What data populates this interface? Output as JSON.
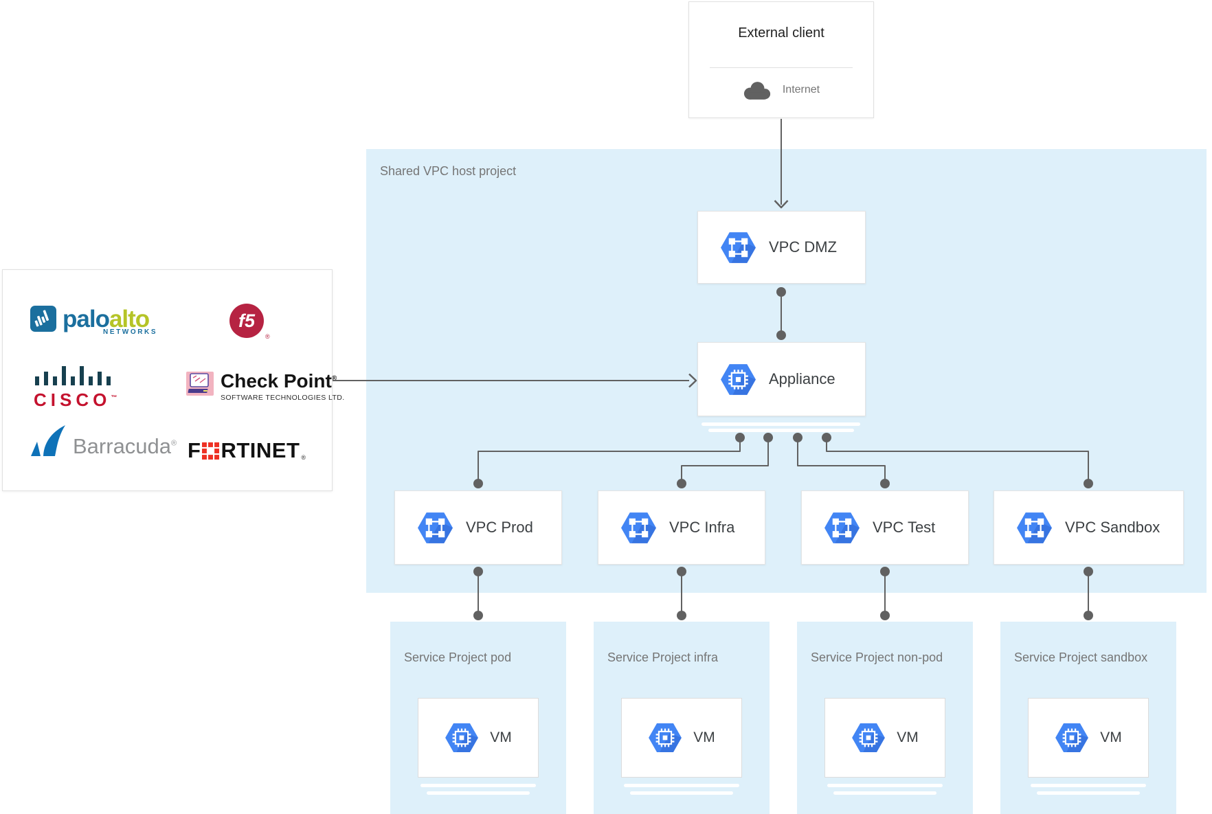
{
  "colors": {
    "region_blue": "#def0fa",
    "node_hex_blue": "#4285F4",
    "node_hex_shade": "#2a5fc9",
    "connector_gray": "#616161",
    "label_dark": "#3c4043",
    "label_gray": "#757575",
    "cisco_red": "#c4122e",
    "f5_crimson": "#b62342",
    "fortinet_red": "#ee3124",
    "paloalto_blue": "#1b6f9e",
    "paloalto_green": "#b5c427",
    "barracuda_blue": "#0e72b8"
  },
  "external_client": {
    "title": "External client",
    "internet_label": "Internet"
  },
  "shared_vpc_region": {
    "label": "Shared VPC host project"
  },
  "nodes": {
    "dmz": "VPC DMZ",
    "appliance": "Appliance",
    "prod": "VPC Prod",
    "infra": "VPC Infra",
    "test": "VPC Test",
    "sandbox": "VPC Sandbox"
  },
  "service_projects": [
    {
      "label": "Service Project pod",
      "vm": "VM"
    },
    {
      "label": "Service Project infra",
      "vm": "VM"
    },
    {
      "label": "Service Project non-pod",
      "vm": "VM"
    },
    {
      "label": "Service Project sandbox",
      "vm": "VM"
    }
  ],
  "vendors": {
    "paloalto": {
      "word1": "palo",
      "word2": "alto",
      "sub": "NETWORKS"
    },
    "f5": {
      "label": "f5",
      "reg": "®"
    },
    "cisco": {
      "label": "CISCO",
      "tm": "™"
    },
    "checkpoint": {
      "label": "Check Point",
      "reg": "®",
      "sub": "SOFTWARE TECHNOLOGIES LTD."
    },
    "barracuda": {
      "label": "Barracuda",
      "reg": "®"
    },
    "fortinet": {
      "start": "F",
      "end": "RTINET",
      "reg": "®"
    }
  }
}
